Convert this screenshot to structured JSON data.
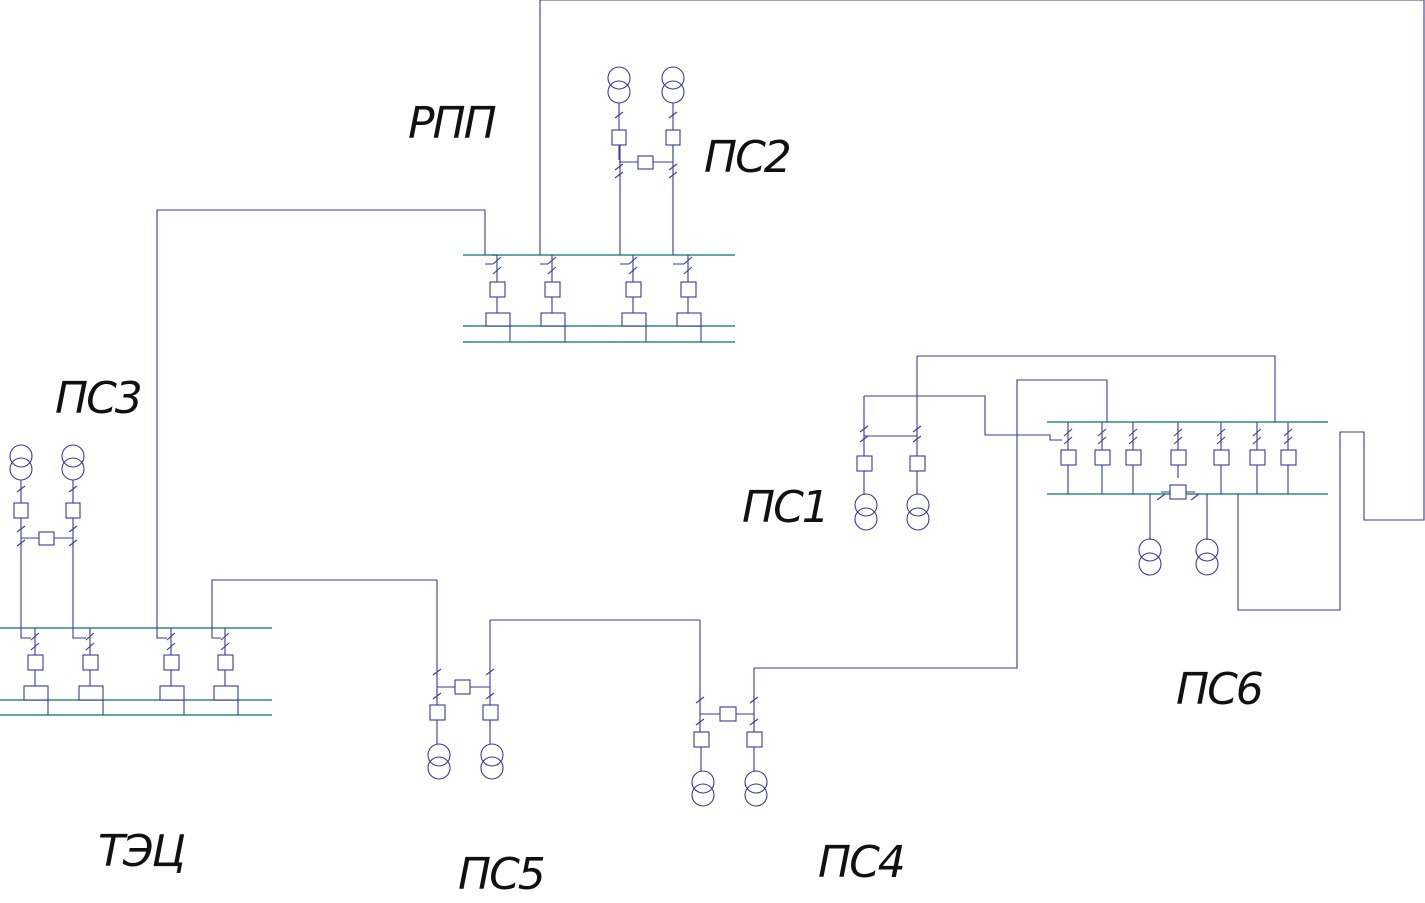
{
  "diagram": {
    "labels": {
      "rpp": "РПП",
      "ps1": "ПС1",
      "ps2": "ПС2",
      "ps3": "ПС3",
      "ps4": "ПС4",
      "ps5": "ПС5",
      "ps6": "ПС6",
      "tec": "ТЭЦ"
    },
    "colors": {
      "wire": "#3a3a9e",
      "bus": "#2e8b8b",
      "label": "#111111",
      "background": "#ffffff"
    }
  }
}
